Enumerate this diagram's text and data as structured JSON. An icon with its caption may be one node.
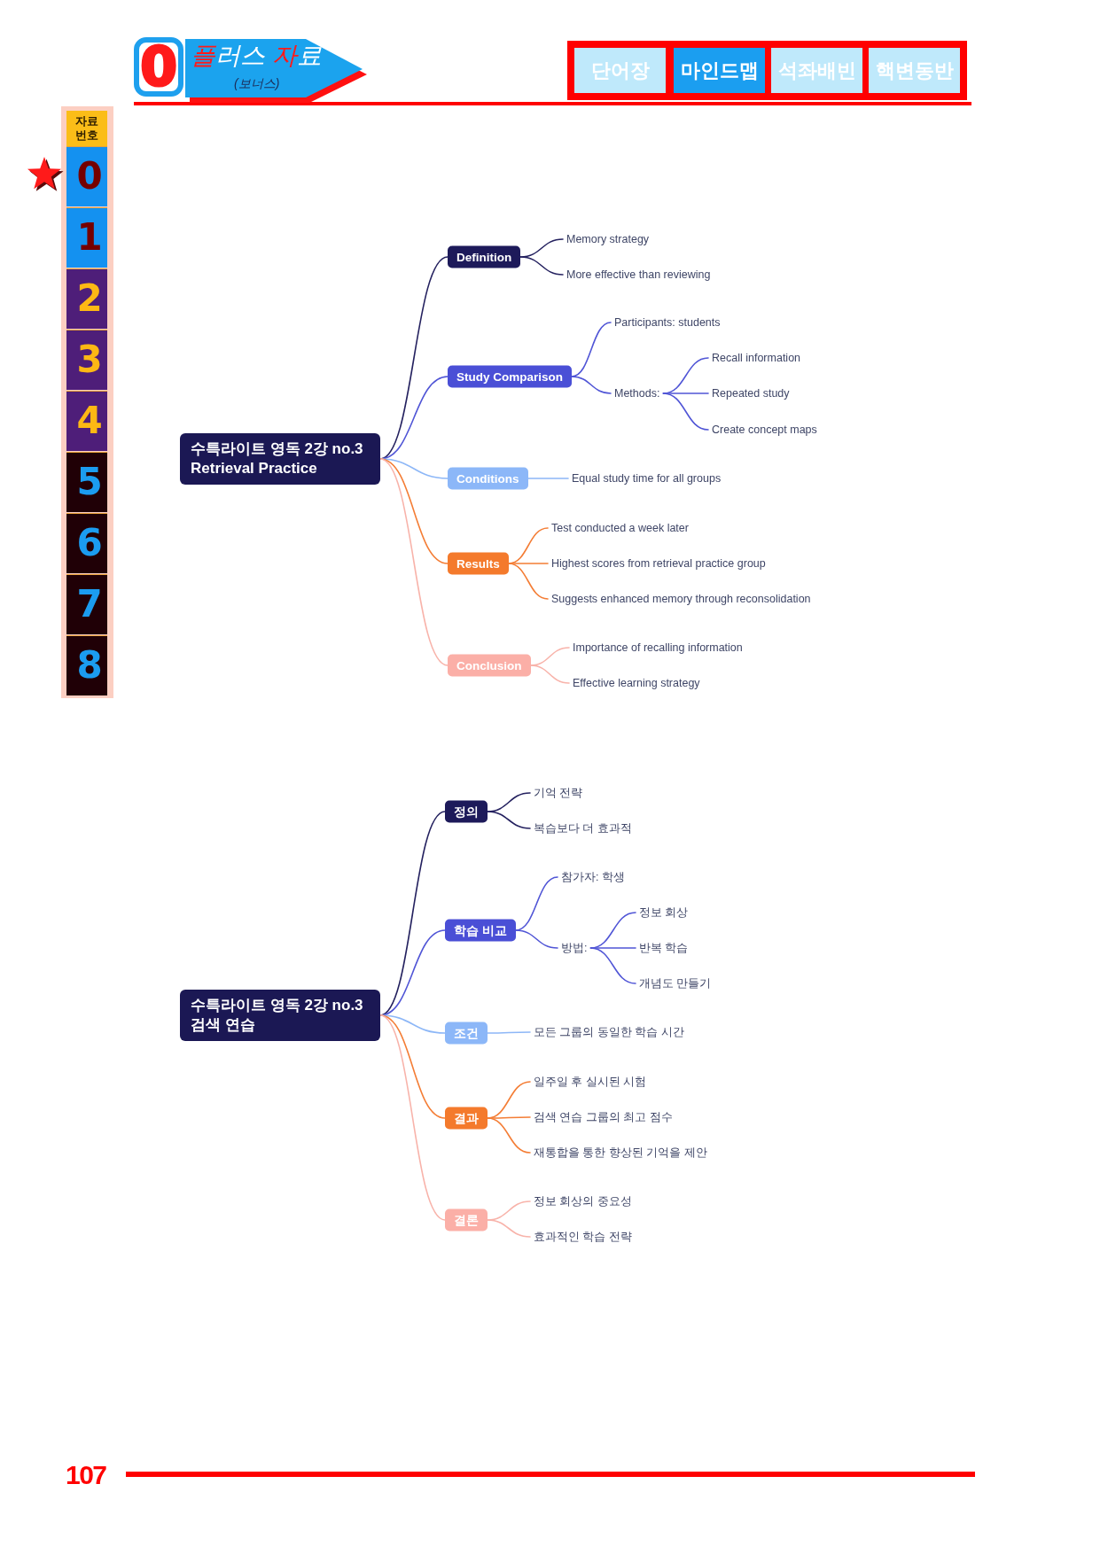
{
  "diagram": {
    "nodes": [
      {
        "text": [
          "0"
        ]
      },
      {
        "text": [
          "플러스 자료",
          "(보너스)"
        ]
      },
      {
        "text": [
          "단어장"
        ]
      },
      {
        "text": [
          "마인드맵"
        ]
      },
      {
        "text": [
          "석좌배빈"
        ]
      },
      {
        "text": [
          "핵변동반"
        ]
      },
      {
        "text": [
          "자료 번호"
        ]
      },
      {
        "text": [
          "0"
        ]
      },
      {
        "text": [
          "1"
        ]
      },
      {
        "text": [
          "2"
        ]
      },
      {
        "text": [
          "3"
        ]
      },
      {
        "text": [
          "4"
        ]
      },
      {
        "text": [
          "5"
        ]
      },
      {
        "text": [
          "6"
        ]
      },
      {
        "text": [
          "7"
        ]
      },
      {
        "text": [
          "8"
        ]
      },
      {
        "text": [
          "수특라이트 영독 2강 no.3 Retrieval Practice"
        ]
      },
      {
        "text": [
          "Definition"
        ]
      },
      {
        "text": [
          "Memory strategy"
        ]
      },
      {
        "text": [
          "More effective than reviewing"
        ]
      },
      {
        "text": [
          "Study Comparison"
        ]
      },
      {
        "text": [
          "Participants: students"
        ]
      },
      {
        "text": [
          "Methods:"
        ]
      },
      {
        "text": [
          "Recall information"
        ]
      },
      {
        "text": [
          "Repeated study"
        ]
      },
      {
        "text": [
          "Create concept maps"
        ]
      },
      {
        "text": [
          "Conditions"
        ]
      },
      {
        "text": [
          "Equal study time for all groups"
        ]
      },
      {
        "text": [
          "Results"
        ]
      },
      {
        "text": [
          "Test conducted a week later"
        ]
      },
      {
        "text": [
          "Highest scores from retrieval practice group"
        ]
      },
      {
        "text": [
          "Suggests enhanced memory through reconsolidation"
        ]
      },
      {
        "text": [
          "Conclusion"
        ]
      },
      {
        "text": [
          "Importance of recalling information"
        ]
      },
      {
        "text": [
          "Effective learning strategy"
        ]
      },
      {
        "text": [
          "수특라이트 영독 2강 no.3 검색 연습"
        ]
      },
      {
        "text": [
          "정의"
        ]
      },
      {
        "text": [
          "기억 전략"
        ]
      },
      {
        "text": [
          "복습보다 더 효과적"
        ]
      },
      {
        "text": [
          "학습 비교"
        ]
      },
      {
        "text": [
          "참가자: 학생"
        ]
      },
      {
        "text": [
          "방법:"
        ]
      },
      {
        "text": [
          "정보 회상"
        ]
      },
      {
        "text": [
          "반복 학습"
        ]
      },
      {
        "text": [
          "개념도 만들기"
        ]
      },
      {
        "text": [
          "조건"
        ]
      },
      {
        "text": [
          "모든 그룹의 동일한 학습 시간"
        ]
      },
      {
        "text": [
          "결과"
        ]
      },
      {
        "text": [
          "일주일 후 실시된 시험"
        ]
      },
      {
        "text": [
          "검색 연습 그룹의 최고 점수"
        ]
      },
      {
        "text": [
          "재통합을 통한 향상된 기억을 제안"
        ]
      },
      {
        "text": [
          "결론"
        ]
      },
      {
        "text": [
          "정보 회상의 중요성"
        ]
      },
      {
        "text": [
          "효과적인 학습 전략"
        ]
      }
    ],
    "edges": [
      {
        "from": 16,
        "to": 17,
        "arrow": "none",
        "color": "#24215f"
      },
      {
        "from": 17,
        "to": 18,
        "arrow": "none",
        "color": "#24215f"
      },
      {
        "from": 17,
        "to": 19,
        "arrow": "none",
        "color": "#24215f"
      },
      {
        "from": 16,
        "to": 20,
        "arrow": "none"
      },
      {
        "from": 20,
        "to": 21,
        "arrow": "none"
      },
      {
        "from": 20,
        "to": 22,
        "arrow": "none"
      },
      {
        "from": 22,
        "to": 23,
        "arrow": "none"
      },
      {
        "from": 22,
        "to": 24,
        "arrow": "none"
      },
      {
        "from": 22,
        "to": 25,
        "arrow": "none"
      },
      {
        "from": 16,
        "to": 26,
        "arrow": "none",
        "color": "#8db7f7"
      },
      {
        "from": 26,
        "to": 27,
        "arrow": "none",
        "color": "#8db7f7"
      },
      {
        "from": 16,
        "to": 28,
        "arrow": "none",
        "color": "#f47d35"
      },
      {
        "from": 28,
        "to": 29,
        "arrow": "none",
        "color": "#f47d35"
      },
      {
        "from": 28,
        "to": 30,
        "arrow": "none",
        "color": "#f47d35"
      },
      {
        "from": 28,
        "to": 31,
        "arrow": "none",
        "color": "#f47d35"
      },
      {
        "from": 16,
        "to": 32,
        "arrow": "none",
        "color": "#f8b3aa"
      },
      {
        "from": 32,
        "to": 33,
        "arrow": "none",
        "color": "#f8b3aa"
      },
      {
        "from": 32,
        "to": 34,
        "arrow": "none",
        "color": "#f8b3aa"
      },
      {
        "from": 35,
        "to": 36,
        "arrow": "none",
        "color": "#24215f"
      },
      {
        "from": 36,
        "to": 37,
        "arrow": "none",
        "color": "#24215f"
      },
      {
        "from": 36,
        "to": 38,
        "arrow": "none",
        "color": "#24215f"
      },
      {
        "from": 35,
        "to": 39,
        "arrow": "none"
      },
      {
        "from": 39,
        "to": 40,
        "arrow": "none"
      },
      {
        "from": 39,
        "to": 41,
        "arrow": "none"
      },
      {
        "from": 41,
        "to": 42,
        "arrow": "none"
      },
      {
        "from": 41,
        "to": 43,
        "arrow": "none"
      },
      {
        "from": 41,
        "to": 44,
        "arrow": "none"
      },
      {
        "from": 35,
        "to": 45,
        "arrow": "none",
        "color": "#8db7f7"
      },
      {
        "from": 45,
        "to": 46,
        "arrow": "none",
        "color": "#8db7f7"
      },
      {
        "from": 35,
        "to": 47,
        "arrow": "none",
        "color": "#f47d35"
      },
      {
        "from": 47,
        "to": 48,
        "arrow": "none",
        "color": "#f47d35"
      },
      {
        "from": 47,
        "to": 49,
        "arrow": "none",
        "color": "#f47d35"
      },
      {
        "from": 47,
        "to": 50,
        "arrow": "none",
        "color": "#f47d35"
      },
      {
        "from": 35,
        "to": 51,
        "arrow": "none",
        "color": "#f8b3aa"
      },
      {
        "from": 51,
        "to": 52,
        "arrow": "none",
        "color": "#f8b3aa"
      },
      {
        "from": 51,
        "to": 53,
        "arrow": "none",
        "color": "#f8b3aa"
      }
    ],
    "labels": [
      "107"
    ]
  }
}
